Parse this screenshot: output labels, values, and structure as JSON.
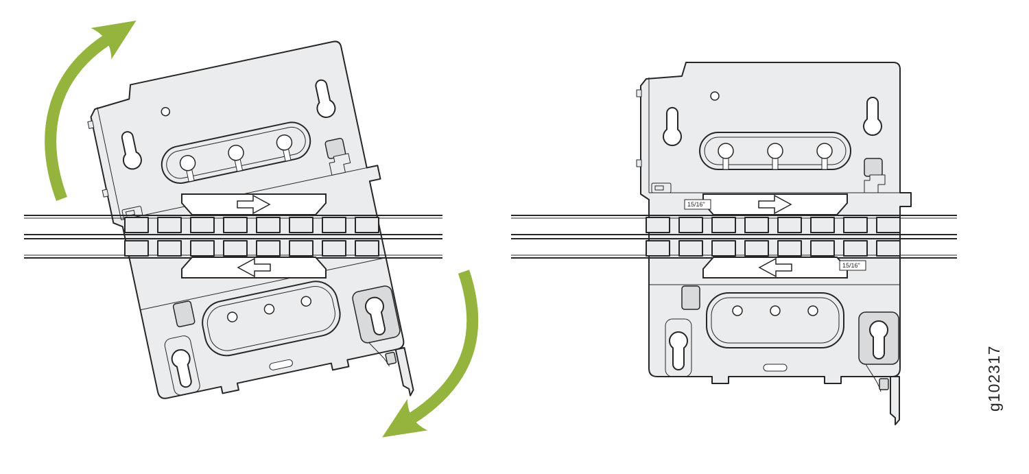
{
  "figure": {
    "graphic_id": "g102317",
    "measurement_label": "15/16\"",
    "panels": {
      "left": {
        "name": "bracket-tilted-rotating-onto-rail",
        "tilt_deg": -12
      },
      "right": {
        "name": "bracket-seated-level-on-rail",
        "tilt_deg": 0
      }
    },
    "icons": {
      "rotation_arrow_top": "curved-green-arrow-up",
      "rotation_arrow_bottom": "curved-green-arrow-down",
      "slide_arrow_right": "⇨",
      "slide_arrow_left": "⇦"
    },
    "colors": {
      "line": "#262626",
      "plate": "#ebeced",
      "plate_shaded": "#d8dadb",
      "hole": "#ffffff",
      "green": "#94b43d",
      "background": "#ffffff"
    }
  }
}
